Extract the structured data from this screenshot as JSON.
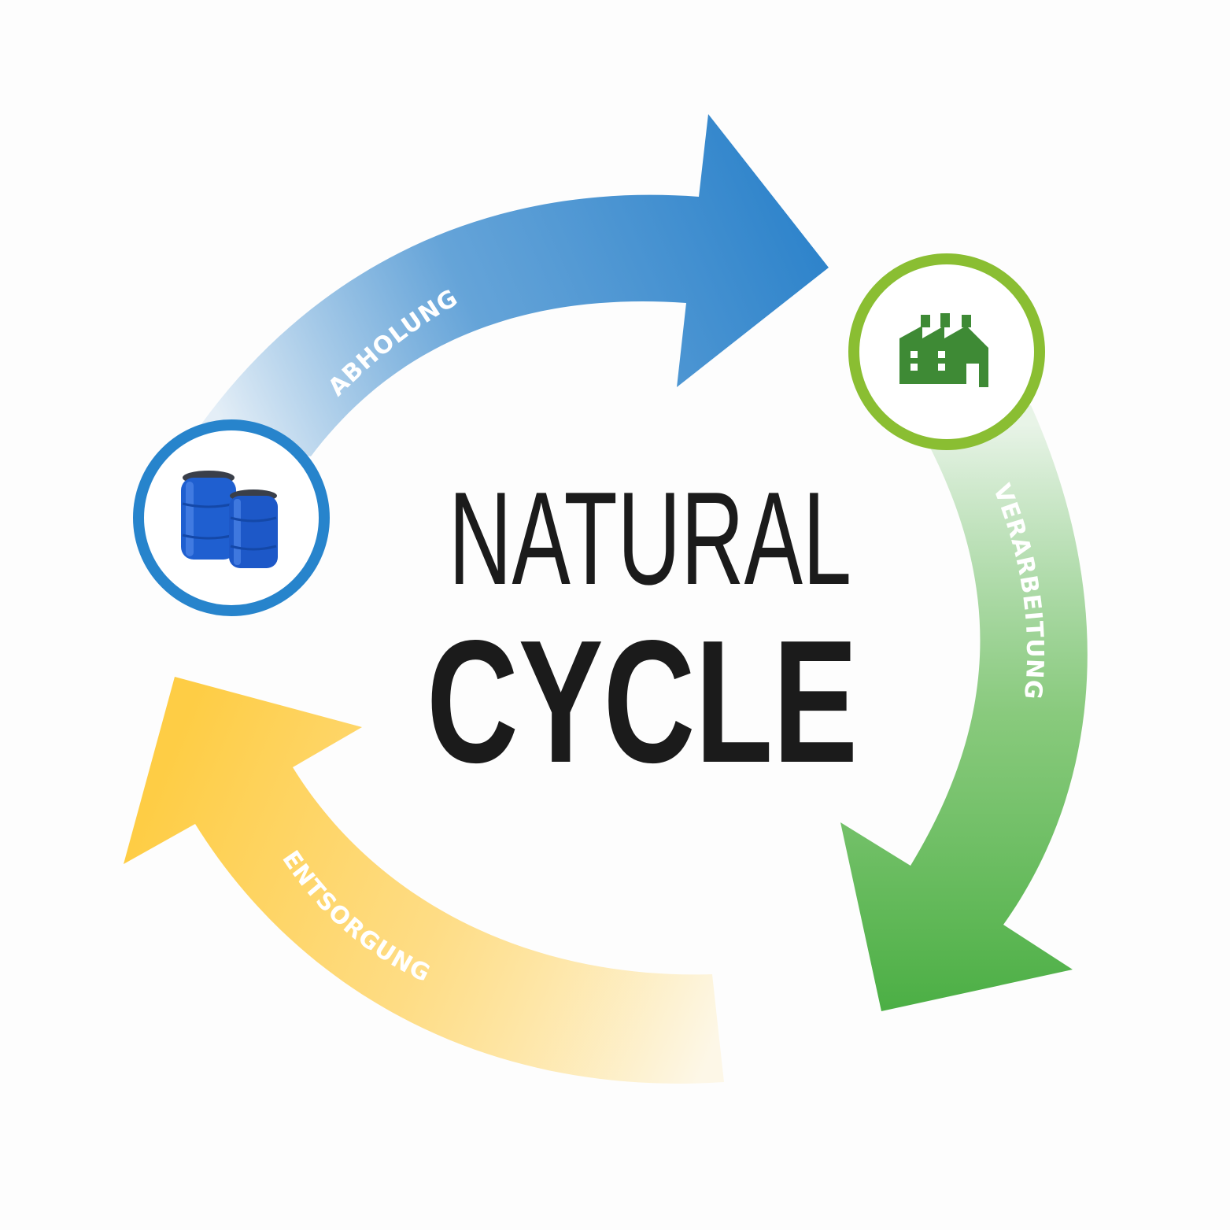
{
  "title": {
    "line1": "NATURAL",
    "line2": "CYCLE"
  },
  "steps": [
    {
      "label": "ABHOLUNG",
      "color": "#2f84cb"
    },
    {
      "label": "VERARBEITUNG",
      "color": "#4caf45"
    },
    {
      "label": "ENTSORGUNG",
      "color": "#fecd45"
    }
  ],
  "nodes": [
    {
      "icon": "barrels-icon",
      "ring_color": "#2784cc"
    },
    {
      "icon": "factory-icon",
      "ring_color": "#8abe32"
    }
  ],
  "colors": {
    "blue": "#2f84cb",
    "green": "#4caf45",
    "yellow": "#fecd45",
    "factory": "#3e8a35",
    "text": "#1b1b1b"
  }
}
